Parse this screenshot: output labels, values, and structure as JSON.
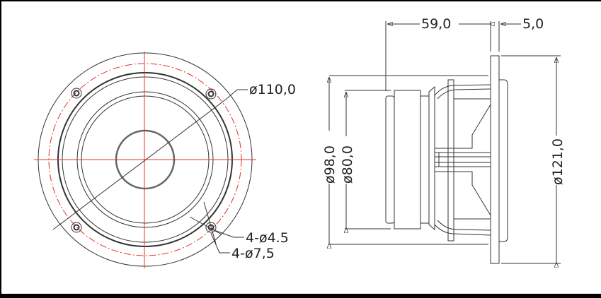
{
  "drawing": {
    "front_view": {
      "mounting_circle_label": "ø110,0",
      "hole_label": "4-ø4.5",
      "counterbore_label": "4-ø7,5"
    },
    "side_view": {
      "depth_label": "59,0",
      "flange_thickness_label": "5,0",
      "magnet_diameter_label": "ø98,0",
      "back_plate_diameter_label": "ø80,0",
      "outer_diameter_label": "ø121,0"
    },
    "colors": {
      "centerline": "#e8302a",
      "line": "#333333"
    }
  }
}
